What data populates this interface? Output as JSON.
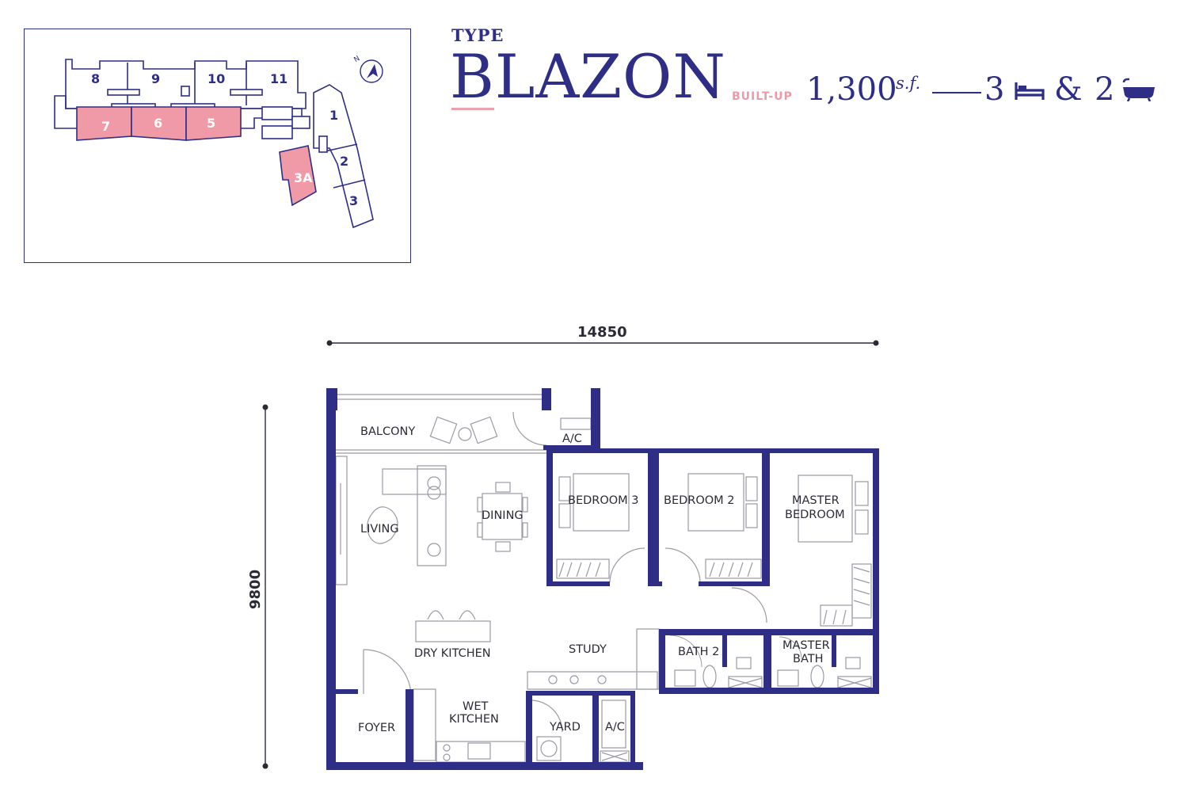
{
  "key_plan": {
    "units": [
      "8",
      "9",
      "10",
      "11",
      "7",
      "6",
      "5",
      "1",
      "2",
      "3A",
      "3"
    ],
    "highlight_color": "#f19aa7"
  },
  "header": {
    "type_label": "TYPE",
    "type_name": "BLAZON",
    "builtup_label": "BUILT-UP",
    "area_value": "1,300",
    "area_unit": "s.f.",
    "bedrooms": "3",
    "ampersand": "&",
    "bathrooms": "2",
    "bed_icon": "bed-icon",
    "bath_icon": "bathtub-icon"
  },
  "compass": {
    "label": "N"
  },
  "dimensions": {
    "width": "14850",
    "depth": "9800"
  },
  "rooms": {
    "balcony": "BALCONY",
    "ac_top": "A/C",
    "living": "LIVING",
    "dining": "DINING",
    "bedroom3": "BEDROOM 3",
    "bedroom2": "BEDROOM 2",
    "master_bedroom_1": "MASTER",
    "master_bedroom_2": "BEDROOM",
    "dry_kitchen": "DRY KITCHEN",
    "study": "STUDY",
    "bath2": "BATH 2",
    "master_bath_1": "MASTER",
    "master_bath_2": "BATH",
    "foyer": "FOYER",
    "wet_kitchen_1": "WET",
    "wet_kitchen_2": "KITCHEN",
    "yard": "YARD",
    "ac_bottom": "A/C"
  },
  "colors": {
    "navy": "#2e2e86",
    "pink": "#f19aa7",
    "text": "#2b2b36",
    "furniture": "#9a9aa4"
  }
}
